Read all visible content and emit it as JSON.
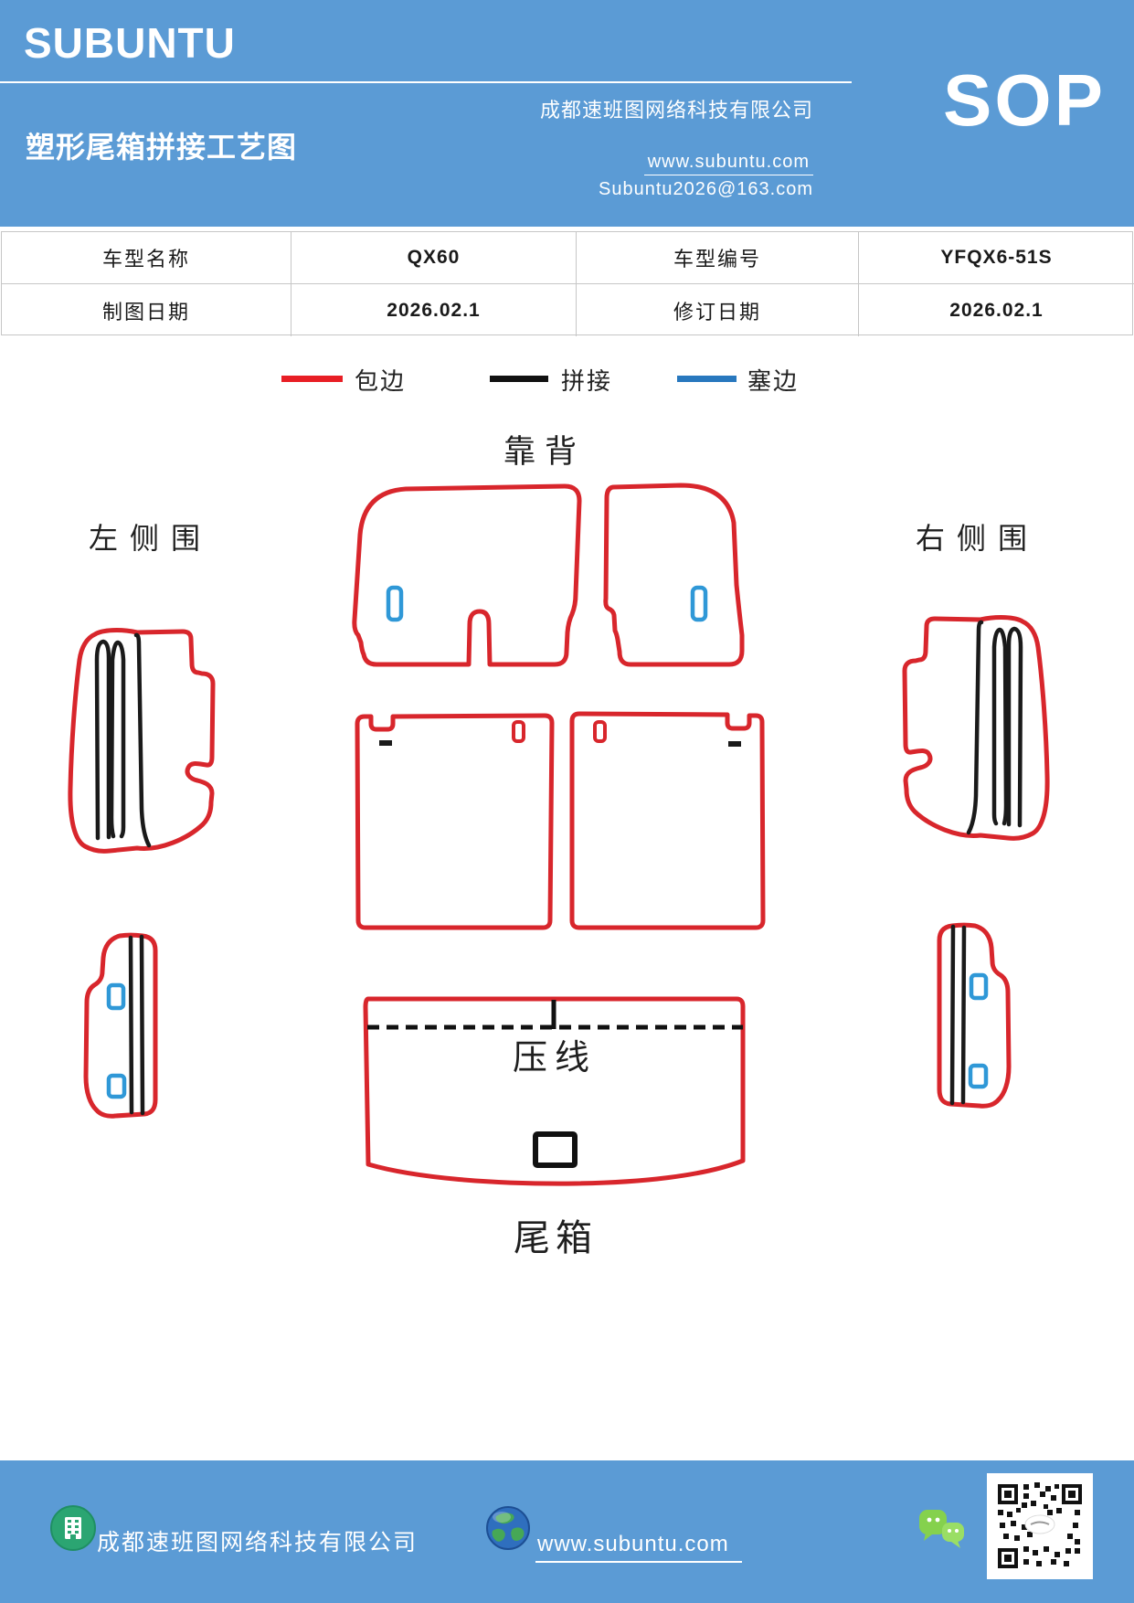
{
  "header": {
    "logo": "SUBUNTU",
    "title": "塑形尾箱拼接工艺图",
    "company": "成都速班图网络科技有限公司",
    "website": "www.subuntu.com",
    "email": "Subuntu2026@163.com",
    "badge": "SOP",
    "bg_color": "#5b9bd5"
  },
  "info_table": {
    "cells": [
      [
        "车型名称",
        "QX60",
        "车型编号",
        "YFQX6-51S"
      ],
      [
        "制图日期",
        "2026.02.1",
        "修订日期",
        "2026.02.1"
      ]
    ]
  },
  "legend": {
    "items": [
      {
        "label": "包边",
        "color": "#e81e25"
      },
      {
        "label": "拼接",
        "color": "#111111"
      },
      {
        "label": "塞边",
        "color": "#2878be"
      }
    ]
  },
  "diagram": {
    "labels": {
      "backrest": "靠背",
      "left_side": "左侧围",
      "right_side": "右侧围",
      "press_line": "压线",
      "trunk": "尾箱"
    },
    "colors": {
      "outline_red": "#d8262c",
      "seam_black": "#1a1a1a",
      "slot_blue": "#2f98d7"
    }
  },
  "footer": {
    "company": "成都速班图网络科技有限公司",
    "website": "www.subuntu.com",
    "icons": [
      "company-building-icon",
      "globe-icon",
      "wechat-icon",
      "qr-code"
    ],
    "bg_color": "#5b9bd5"
  }
}
